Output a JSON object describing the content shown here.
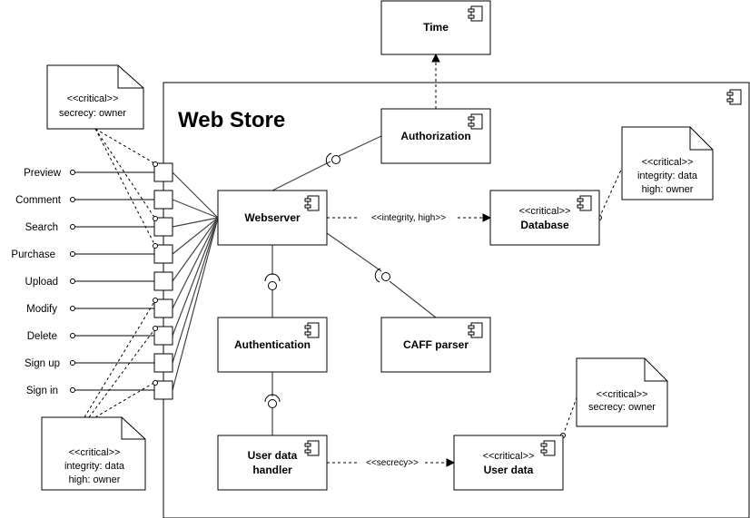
{
  "diagram": {
    "container": {
      "title": "Web Store"
    },
    "components": {
      "time": {
        "label": "Time"
      },
      "authorization": {
        "label": "Authorization"
      },
      "webserver": {
        "label": "Webserver"
      },
      "database": {
        "stereotype": "<<critical>>",
        "label": "Database"
      },
      "authentication": {
        "label": "Authentication"
      },
      "caff_parser": {
        "label": "CAFF parser"
      },
      "user_data_handler": {
        "label_line1": "User data",
        "label_line2": "handler"
      },
      "user_data": {
        "stereotype": "<<critical>>",
        "label": "User data"
      }
    },
    "notes": {
      "top_left": {
        "line1": "<<critical>>",
        "line2": "secrecy: owner"
      },
      "bottom_left": {
        "line1": "<<critical>>",
        "line2": "integrity: data",
        "line3": "high: owner"
      },
      "database": {
        "line1": "<<critical>>",
        "line2": "integrity: data",
        "line3": "high: owner"
      },
      "user_data": {
        "line1": "<<critical>>",
        "line2": "secrecy: owner"
      }
    },
    "ports": [
      "Preview",
      "Comment",
      "Search",
      "Purchase",
      "Upload",
      "Modify",
      "Delete",
      "Sign up",
      "Sign in"
    ],
    "edges": {
      "webserver_database": "<<integrity, high>>",
      "handler_userdata": "<<secrecy>>"
    }
  }
}
